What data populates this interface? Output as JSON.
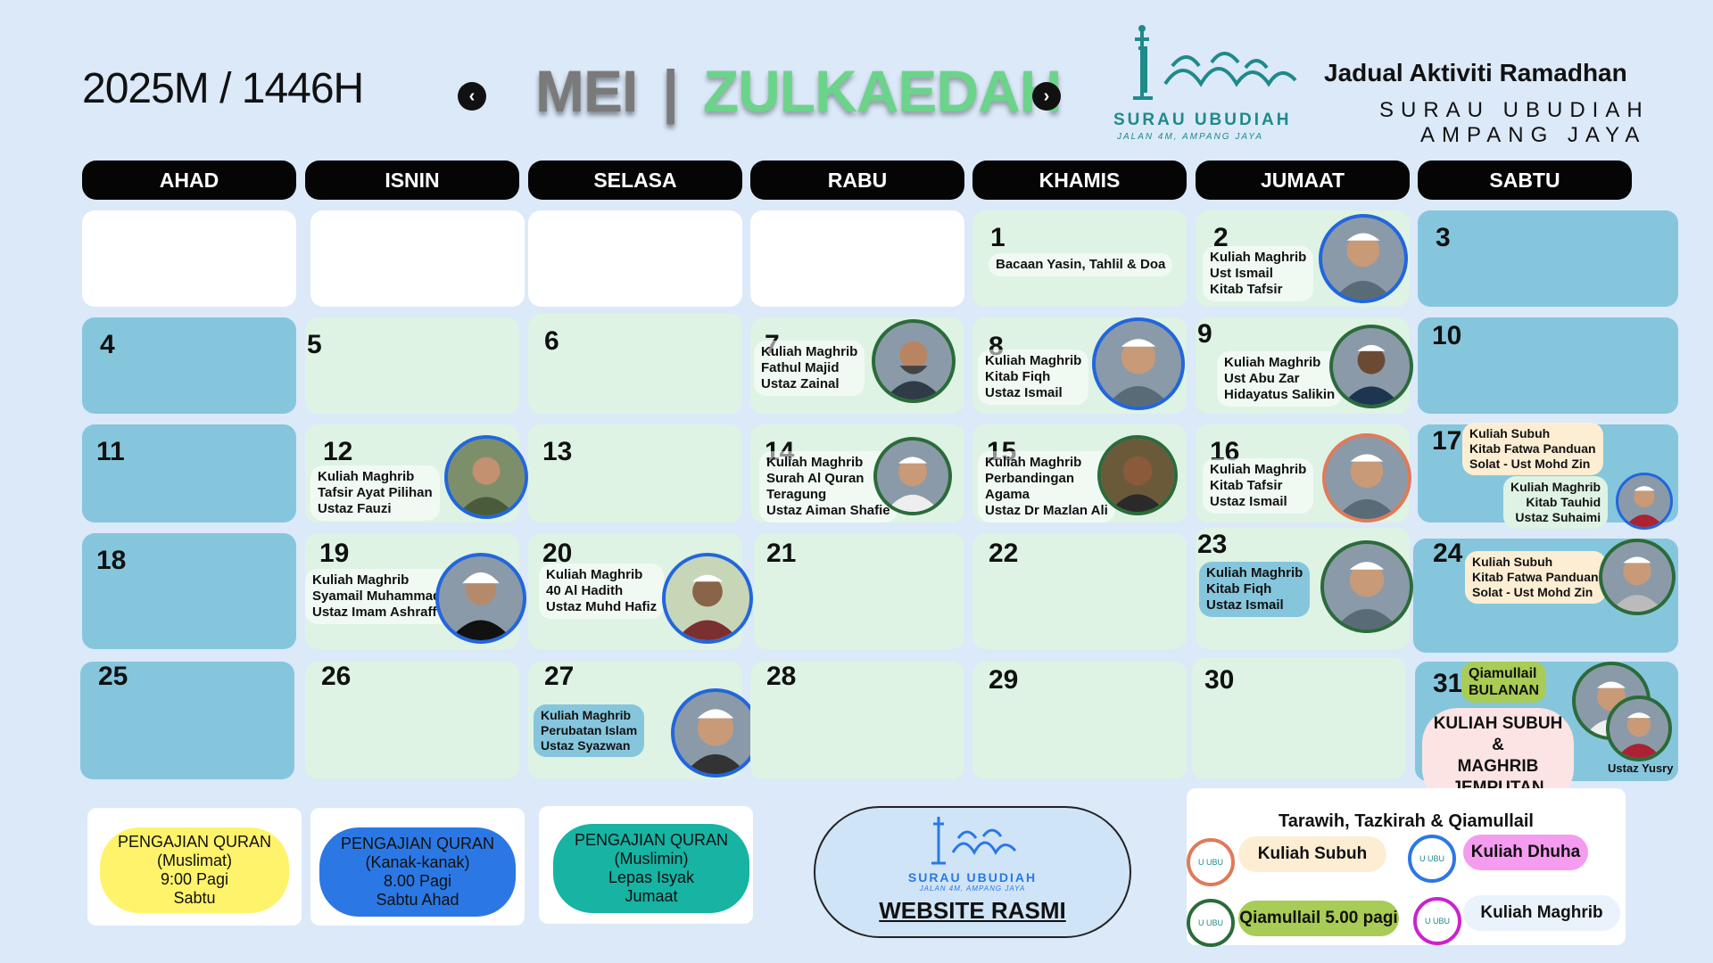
{
  "header": {
    "year_label": "2025M / 1446H",
    "month_primary": "MEI",
    "month_separator": "|",
    "month_secondary": "ZULKAEDAH",
    "prev_icon": "chevron-left-icon",
    "next_icon": "chevron-right-icon",
    "logo": {
      "name": "SURAU UBUDIAH",
      "tagline": "JALAN 4M, AMPANG JAYA"
    },
    "title": "Jadual Aktiviti Ramadhan",
    "subtitle_line1": "SURAU UBUDIAH",
    "subtitle_line2": "AMPANG JAYA"
  },
  "weekdays": [
    "AHAD",
    "ISNIN",
    "SELASA",
    "RABU",
    "KHAMIS",
    "JUMAAT",
    "SABTU"
  ],
  "calendar": {
    "days": {
      "1": {
        "num": "1",
        "event": "Bacaan Yasin, Tahlil & Doa"
      },
      "2": {
        "num": "2",
        "event": [
          "Kuliah Maghrib",
          "Ust Ismail",
          "Kitab Tafsir"
        ]
      },
      "3": {
        "num": "3"
      },
      "4": {
        "num": "4"
      },
      "5": {
        "num": "5"
      },
      "6": {
        "num": "6"
      },
      "7": {
        "num": "7",
        "event": [
          "Kuliah Maghrib",
          "Fathul  Majid",
          "Ustaz Zainal"
        ]
      },
      "8": {
        "num": "8",
        "event": [
          "Kuliah Maghrib",
          "Kitab Fiqh",
          "Ustaz Ismail"
        ]
      },
      "9": {
        "num": "9",
        "event": [
          "Kuliah Maghrib",
          "Ust Abu Zar",
          "Hidayatus Salikin"
        ]
      },
      "10": {
        "num": "10"
      },
      "11": {
        "num": "11"
      },
      "12": {
        "num": "12",
        "event": [
          "Kuliah Maghrib",
          "Tafsir Ayat Pilihan",
          "Ustaz Fauzi"
        ]
      },
      "13": {
        "num": "13"
      },
      "14": {
        "num": "14",
        "event": [
          "Kuliah Maghrib",
          "Surah Al Quran",
          "Teragung",
          "Ustaz Aiman Shafie"
        ]
      },
      "15": {
        "num": "15",
        "event": [
          "Kuliah Maghrib",
          "Perbandingan",
          "Agama",
          "Ustaz Dr Mazlan Ali"
        ]
      },
      "16": {
        "num": "16",
        "event": [
          "Kuliah Maghrib",
          "Kitab Tafsir",
          "Ustaz Ismail"
        ]
      },
      "17": {
        "num": "17",
        "event": [
          "Kuliah Subuh",
          "Kitab Fatwa Panduan",
          "Solat - Ust Mohd Zin"
        ],
        "event2": [
          "Kuliah Maghrib",
          "Kitab Tauhid",
          "Ustaz Suhaimi"
        ]
      },
      "18": {
        "num": "18"
      },
      "19": {
        "num": "19",
        "event": [
          "Kuliah Maghrib",
          "Syamail Muhammadiyah",
          "Ustaz Imam Ashraff"
        ]
      },
      "20": {
        "num": "20",
        "event": [
          "Kuliah Maghrib",
          "40 Al Hadith",
          "Ustaz Muhd Hafiz"
        ]
      },
      "21": {
        "num": "21"
      },
      "22": {
        "num": "22"
      },
      "23": {
        "num": "23",
        "event": [
          "Kuliah Maghrib",
          "Kitab Fiqh",
          "Ustaz Ismail"
        ]
      },
      "24": {
        "num": "24",
        "event": [
          "Kuliah Subuh",
          "Kitab Fatwa Panduan",
          "Solat -  Ust Mohd Zin"
        ]
      },
      "25": {
        "num": "25"
      },
      "26": {
        "num": "26"
      },
      "27": {
        "num": "27",
        "event": [
          "Kuliah Maghrib",
          "Perubatan Islam",
          "Ustaz Syazwan"
        ]
      },
      "28": {
        "num": "28"
      },
      "29": {
        "num": "29"
      },
      "30": {
        "num": "30"
      },
      "31": {
        "num": "31",
        "badge": [
          "Qiamullail",
          "BULANAN"
        ],
        "event": [
          "KULIAH SUBUH &",
          "MAGHRIB",
          "JEMPUTAN"
        ],
        "caption": "Ustaz Yusry"
      }
    }
  },
  "quran_classes": [
    {
      "lines": [
        "PENGAJIAN  QURAN",
        "(Muslimat)",
        "9:00 Pagi",
        "Sabtu"
      ],
      "color": "#fff36b"
    },
    {
      "lines": [
        "PENGAJIAN  QURAN",
        "(Kanak-kanak)",
        "8.00 Pagi",
        "Sabtu Ahad"
      ],
      "color": "#2b78e4"
    },
    {
      "lines": [
        "PENGAJIAN  QURAN",
        "(Muslimin)",
        "Lepas Isyak",
        "Jumaat"
      ],
      "color": "#17b3a3"
    }
  ],
  "website": {
    "label": "WEBSITE RASMI",
    "logo_name": "SURAU UBUDIAH",
    "logo_tagline": "JALAN 4M, AMPANG JAYA"
  },
  "legend": {
    "title": "Tarawih, Tazkirah & Qiamullail",
    "items": [
      {
        "label": "Kuliah Subuh",
        "ring_color": "#e07a5a",
        "pill_color": "#fdeed3"
      },
      {
        "label": "Kuliah Dhuha",
        "ring_color": "#2b78e4",
        "pill_color": "#f59bf0"
      },
      {
        "label": "Qiamullail 5.00 pagi",
        "ring_color": "#2b6b3a",
        "pill_color": "#a8cc55"
      },
      {
        "label": "Kuliah Maghrib",
        "ring_color": "#cc22cc",
        "pill_color": "#eaf2fb"
      }
    ],
    "ring_text": "U UBU"
  },
  "colors": {
    "background": "#dbe9f9",
    "cell_green": "#def3e4",
    "cell_blue": "#86c6dd",
    "accent_green": "#6cd38b",
    "brand_teal": "#1f8a8a"
  }
}
